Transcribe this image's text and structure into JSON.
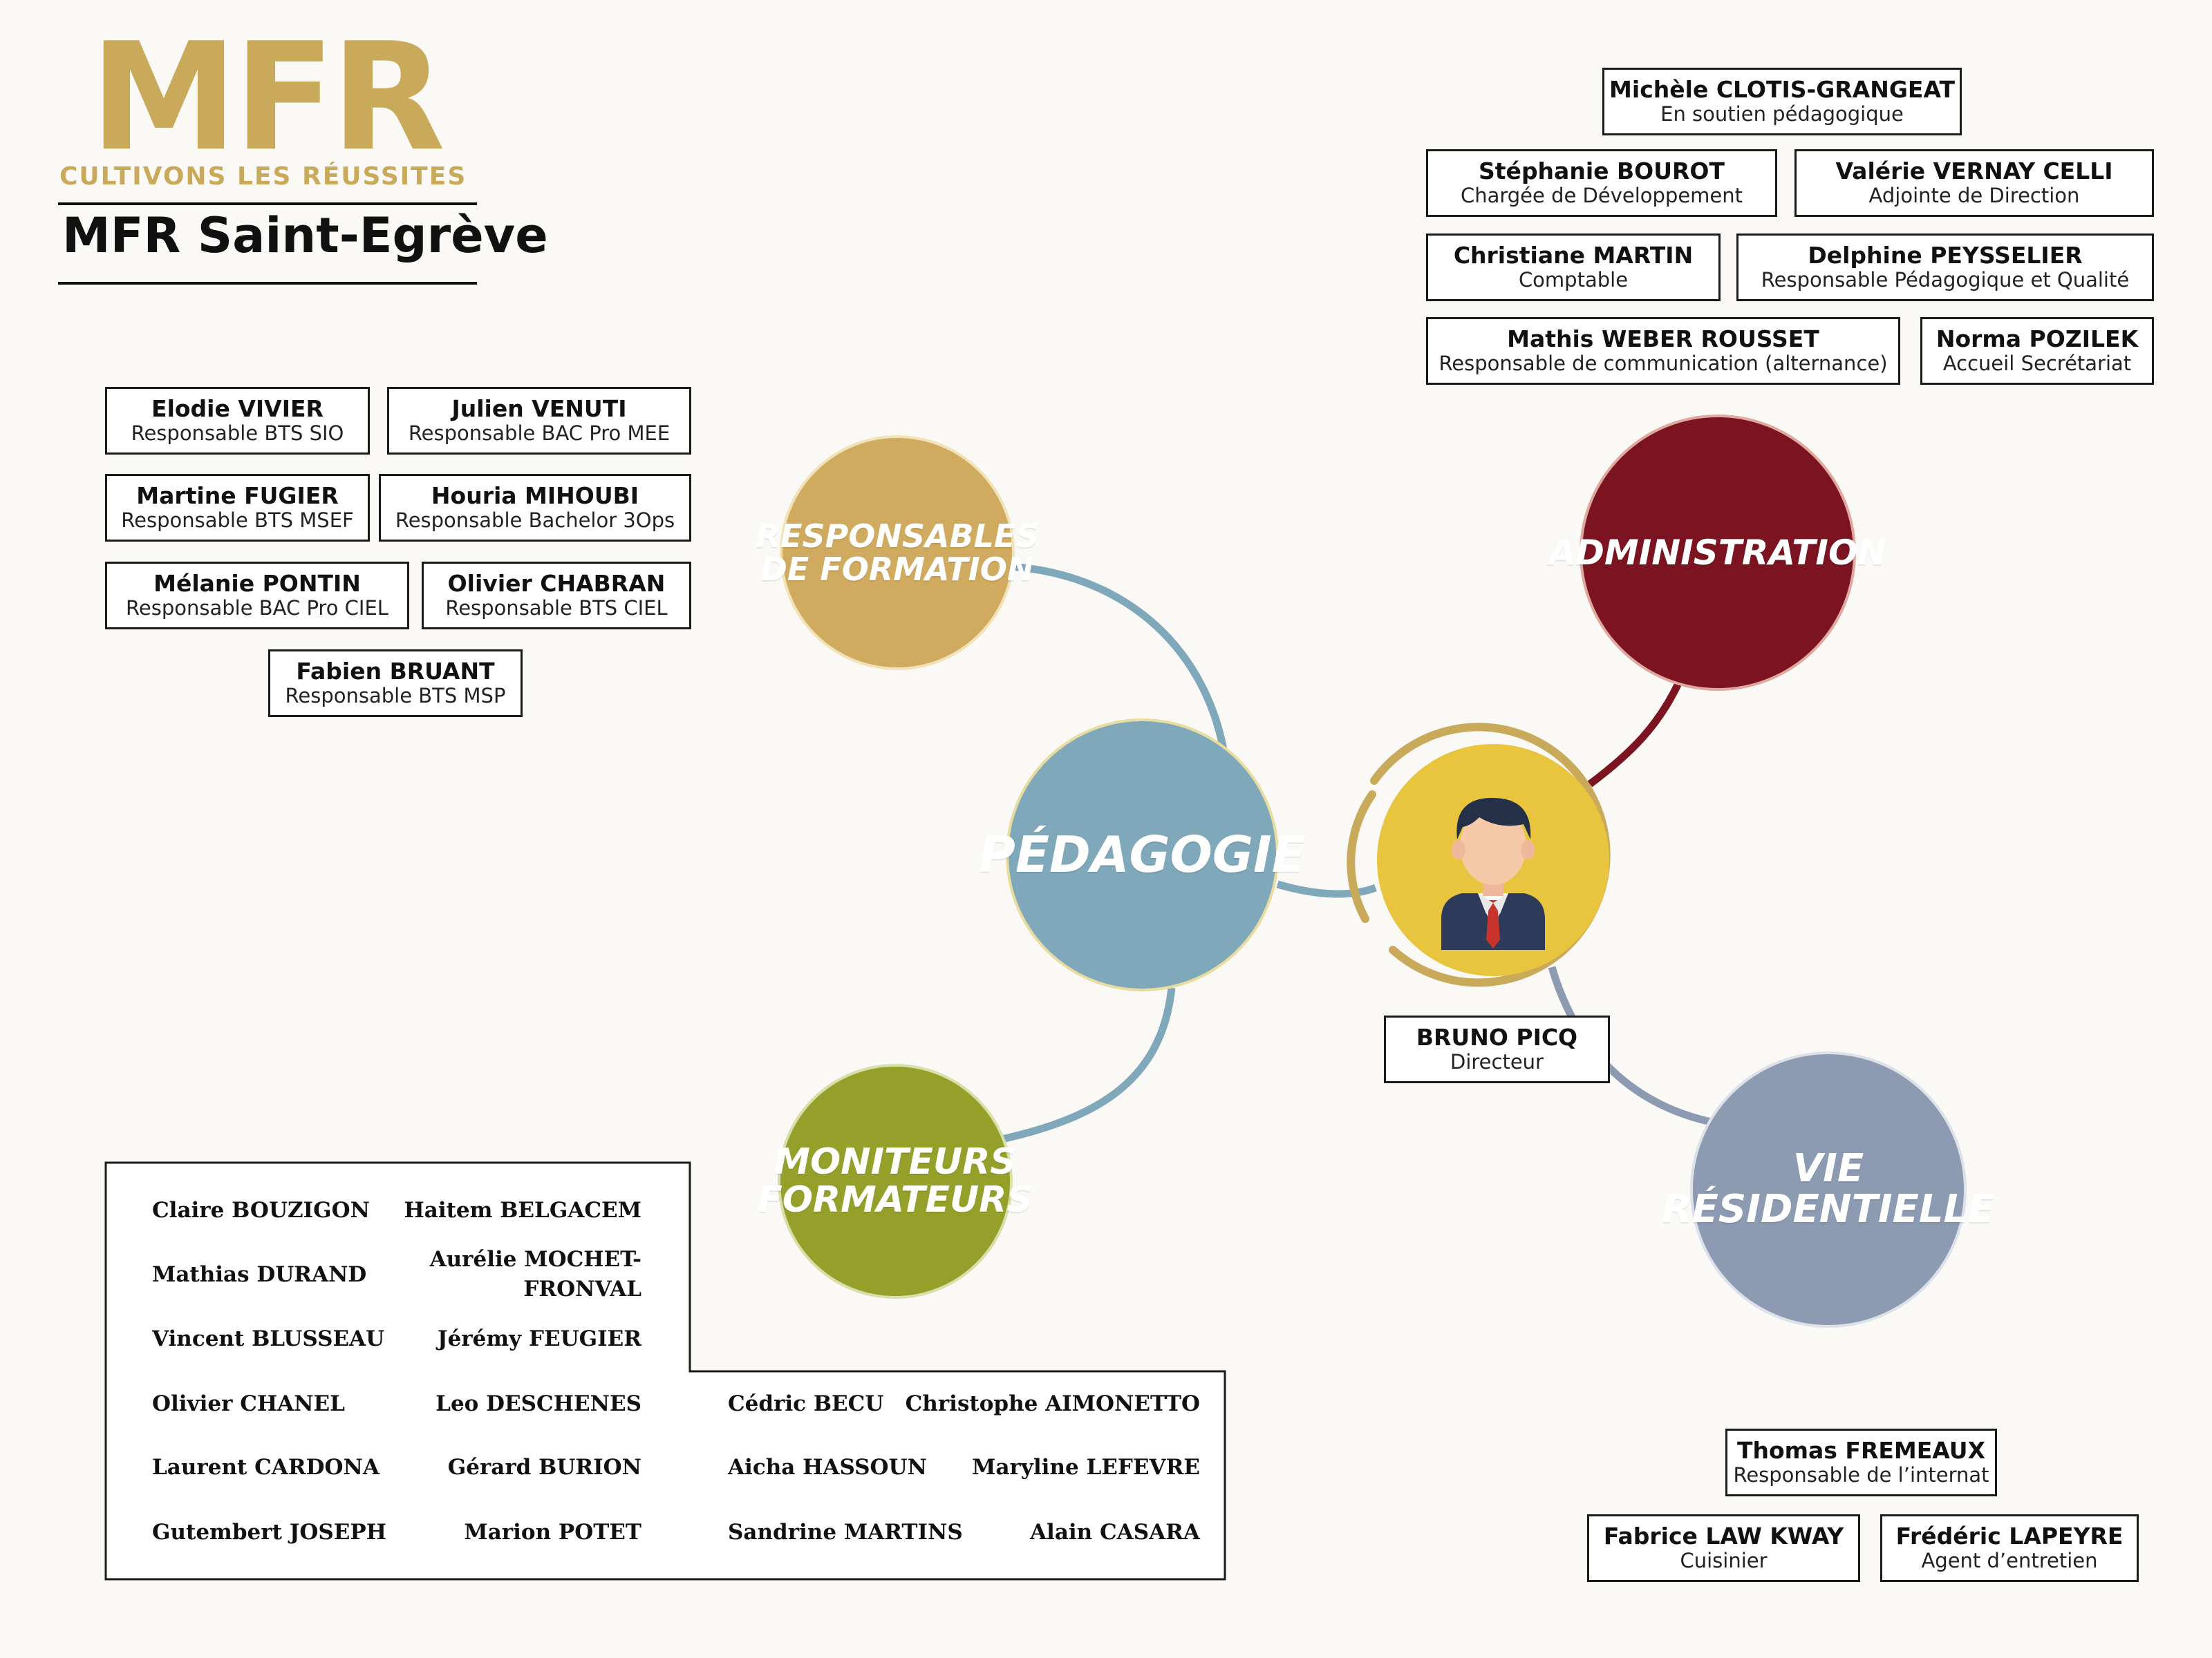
{
  "logo": {
    "text": "MFR",
    "tagline": "CULTIVONS LES RÉUSSITES",
    "site_name": "MFR Saint-Egrève",
    "color": "#c9a95a"
  },
  "bubbles": {
    "responsables": {
      "label_line1": "RESPONSABLES",
      "label_line2": "DE FORMATION",
      "color": "#cfaa5f"
    },
    "administration": {
      "label": "ADMINISTRATION",
      "color": "#7b1420"
    },
    "pedagogie": {
      "label": "PÉDAGOGIE",
      "color": "#7fa8ba"
    },
    "moniteurs": {
      "label_line1": "MONITEURS",
      "label_line2": "FORMATEURS",
      "color": "#95a02a"
    },
    "vie": {
      "label_line1": "VIE",
      "label_line2": "RÉSIDENTIELLE",
      "color": "#8c9ab2"
    },
    "director_avatar": "businessman-icon"
  },
  "director": {
    "name": "BRUNO PICQ",
    "role": "Directeur"
  },
  "administration_people": [
    {
      "name": "Michèle CLOTIS-GRANGEAT",
      "role": "En soutien pédagogique"
    },
    {
      "name": "Stéphanie BOUROT",
      "role": "Chargée de Développement"
    },
    {
      "name": "Valérie VERNAY CELLI",
      "role": "Adjointe de Direction"
    },
    {
      "name": "Christiane MARTIN",
      "role": "Comptable"
    },
    {
      "name": "Delphine PEYSSELIER",
      "role": "Responsable Pédagogique et Qualité"
    },
    {
      "name": "Mathis WEBER ROUSSET",
      "role": "Responsable de communication (alternance)"
    },
    {
      "name": "Norma POZILEK",
      "role": "Accueil Secrétariat"
    }
  ],
  "responsables_people": [
    {
      "name": "Elodie VIVIER",
      "role": "Responsable BTS SIO"
    },
    {
      "name": "Julien VENUTI",
      "role": "Responsable BAC Pro MEE"
    },
    {
      "name": "Martine FUGIER",
      "role": "Responsable BTS MSEF"
    },
    {
      "name": "Houria MIHOUBI",
      "role": "Responsable Bachelor 3Ops"
    },
    {
      "name": "Mélanie PONTIN",
      "role": "Responsable BAC Pro CIEL"
    },
    {
      "name": "Olivier CHABRAN",
      "role": "Responsable BTS CIEL"
    },
    {
      "name": "Fabien BRUANT",
      "role": "Responsable BTS MSP"
    }
  ],
  "vie_people": [
    {
      "name": "Thomas FREMEAUX",
      "role": "Responsable de l’internat"
    },
    {
      "name": "Fabrice LAW KWAY",
      "role": "Cuisinier"
    },
    {
      "name": "Frédéric LAPEYRE",
      "role": "Agent d’entretien"
    }
  ],
  "moniteurs": [
    "Claire BOUZIGON",
    "Haitem BELGACEM",
    "Mathias DURAND",
    "Aurélie MOCHET-",
    "FRONVAL",
    "Vincent BLUSSEAU",
    "Jérémy FEUGIER",
    "Olivier CHANEL",
    "Leo DESCHENES",
    "Cédric BECU",
    "Christophe AIMONETTO",
    "Laurent CARDONA",
    "Gérard BURION",
    "Aicha HASSOUN",
    "Maryline LEFEVRE",
    "Gutembert JOSEPH",
    "Marion POTET",
    "Sandrine MARTINS",
    "Alain CASARA"
  ],
  "colors": {
    "connector_blue": "#7fa8ba",
    "connector_dark_red": "#7b1420",
    "connector_grey": "#8c9ab2",
    "director_ring": "#c9a95a",
    "director_fill": "#e9c53f"
  }
}
